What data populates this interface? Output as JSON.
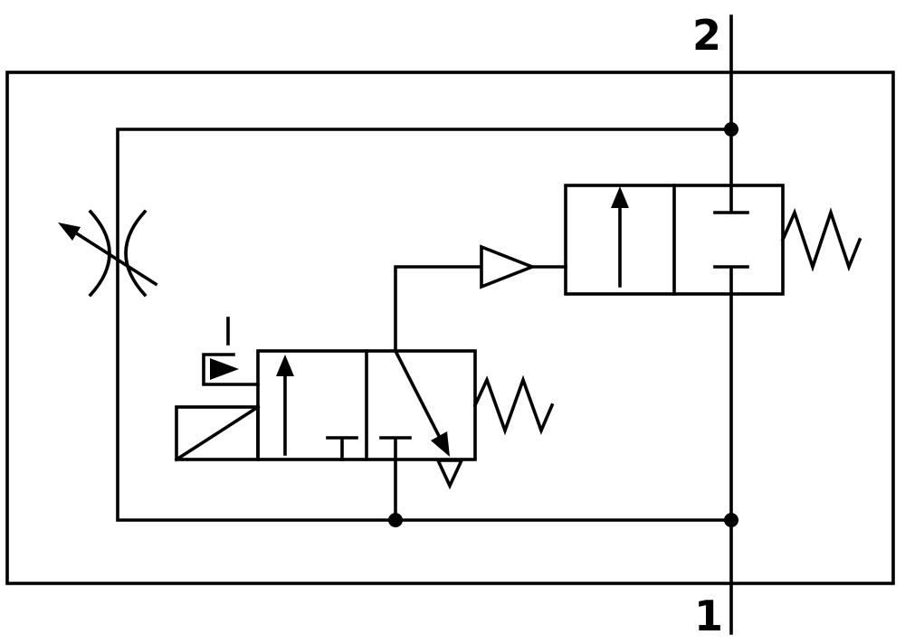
{
  "diagram": {
    "type": "pneumatic-circuit-symbol",
    "ports": {
      "top": {
        "label": "2"
      },
      "bottom": {
        "label": "1"
      }
    },
    "colors": {
      "line": "#000000",
      "background": "#ffffff"
    }
  }
}
